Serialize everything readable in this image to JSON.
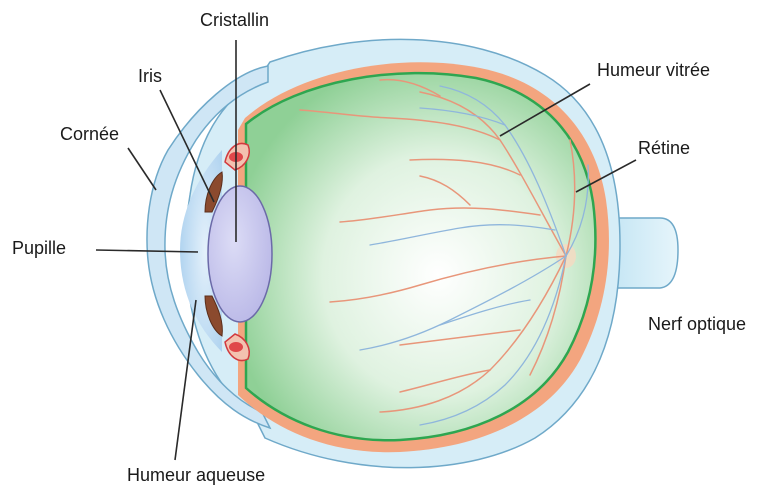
{
  "labels": {
    "cristallin": "Cristallin",
    "iris": "Iris",
    "cornee": "Cornée",
    "pupille": "Pupille",
    "humeur_vitree": "Humeur vitrée",
    "retine": "Rétine",
    "nerf_optique": "Nerf optique",
    "humeur_aqueuse": "Humeur aqueuse"
  },
  "colors": {
    "sclera": "#d4ecf6",
    "sclera_stroke": "#6fa9c9",
    "choroid": "#f2a07a",
    "retina": "#3fae5a",
    "vitreous_center": "#ffffff",
    "vitreous_edge": "#9fd6a3",
    "lens": "#c7c5ec",
    "lens_stroke": "#6b6aa8",
    "cornea": "#cfe6f5",
    "aqueous": "#bfdcf2",
    "iris": "#8b4a2e",
    "ciliary": "#e0484a",
    "artery": "#e58d6a",
    "vein": "#8fb6dc",
    "optic_nerve": "#d8eef8"
  }
}
